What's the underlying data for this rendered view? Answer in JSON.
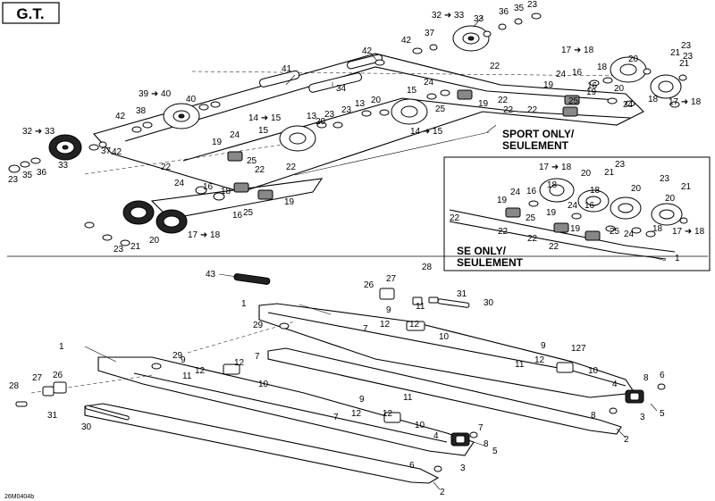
{
  "title": "G.T.",
  "diagram_code": "26M0404b",
  "notes": {
    "sport_only": [
      "SPORT ONLY/",
      "SEULEMENT"
    ],
    "se_only": [
      "SE ONLY/",
      "SEULEMENT"
    ]
  },
  "callouts": {
    "top": [
      {
        "id": "t01",
        "text": "32 ➜ 33"
      },
      {
        "id": "t02",
        "text": "33"
      },
      {
        "id": "t03",
        "text": "36"
      },
      {
        "id": "t04",
        "text": "35"
      },
      {
        "id": "t05",
        "text": "23"
      },
      {
        "id": "t06",
        "text": "42"
      },
      {
        "id": "t07",
        "text": "37"
      },
      {
        "id": "t08",
        "text": "42"
      },
      {
        "id": "t09",
        "text": "41"
      },
      {
        "id": "t10",
        "text": "34"
      },
      {
        "id": "t11",
        "text": "39 ➜ 40"
      },
      {
        "id": "t12",
        "text": "40"
      },
      {
        "id": "t13",
        "text": "38"
      },
      {
        "id": "t14",
        "text": "42"
      },
      {
        "id": "t15",
        "text": "32 ➜ 33"
      },
      {
        "id": "t16",
        "text": "33"
      },
      {
        "id": "t17",
        "text": "37"
      },
      {
        "id": "t18",
        "text": "42"
      },
      {
        "id": "t19",
        "text": "23"
      },
      {
        "id": "t20",
        "text": "35"
      },
      {
        "id": "t21",
        "text": "36"
      },
      {
        "id": "t22",
        "text": "14 ➜ 15"
      },
      {
        "id": "t23",
        "text": "20"
      },
      {
        "id": "t24",
        "text": "13"
      },
      {
        "id": "t25",
        "text": "23"
      },
      {
        "id": "t26",
        "text": "19"
      },
      {
        "id": "t27",
        "text": "24"
      },
      {
        "id": "t28",
        "text": "15"
      },
      {
        "id": "t29",
        "text": "25"
      },
      {
        "id": "t30",
        "text": "22"
      },
      {
        "id": "t31",
        "text": "22"
      },
      {
        "id": "t32",
        "text": "22"
      },
      {
        "id": "t33",
        "text": "23"
      },
      {
        "id": "t34",
        "text": "13"
      },
      {
        "id": "t35",
        "text": "20"
      },
      {
        "id": "t36",
        "text": "15"
      },
      {
        "id": "t37",
        "text": "14 ➜ 15"
      },
      {
        "id": "t38",
        "text": "24"
      },
      {
        "id": "t39",
        "text": "25"
      },
      {
        "id": "t40",
        "text": "19"
      },
      {
        "id": "t41",
        "text": "22"
      },
      {
        "id": "t42",
        "text": "22"
      },
      {
        "id": "t43",
        "text": "22"
      },
      {
        "id": "t44",
        "text": "22"
      },
      {
        "id": "t45",
        "text": "17 ➜ 18"
      },
      {
        "id": "t46",
        "text": "18"
      },
      {
        "id": "t47",
        "text": "20"
      },
      {
        "id": "t48",
        "text": "23"
      },
      {
        "id": "t49",
        "text": "21"
      },
      {
        "id": "t50",
        "text": "23"
      },
      {
        "id": "t51",
        "text": "21"
      },
      {
        "id": "t52",
        "text": "24"
      },
      {
        "id": "t53",
        "text": "16"
      },
      {
        "id": "t54",
        "text": "19"
      },
      {
        "id": "t55",
        "text": "16"
      },
      {
        "id": "t56",
        "text": "19"
      },
      {
        "id": "t57",
        "text": "20"
      },
      {
        "id": "t58",
        "text": "25"
      },
      {
        "id": "t59",
        "text": "24"
      },
      {
        "id": "t60",
        "text": "18"
      },
      {
        "id": "t61",
        "text": "17 ➜ 18"
      },
      {
        "id": "t62",
        "text": "24"
      },
      {
        "id": "t63",
        "text": "16"
      },
      {
        "id": "t64",
        "text": "18"
      },
      {
        "id": "t65",
        "text": "16"
      },
      {
        "id": "t66",
        "text": "25"
      },
      {
        "id": "t67",
        "text": "19"
      },
      {
        "id": "t68",
        "text": "23"
      },
      {
        "id": "t69",
        "text": "21"
      },
      {
        "id": "t70",
        "text": "20"
      },
      {
        "id": "t71",
        "text": "17 ➜ 18"
      }
    ],
    "inset": [
      {
        "id": "i01",
        "text": "17 ➜ 18"
      },
      {
        "id": "i02",
        "text": "23"
      },
      {
        "id": "i03",
        "text": "21"
      },
      {
        "id": "i04",
        "text": "20"
      },
      {
        "id": "i05",
        "text": "18"
      },
      {
        "id": "i06",
        "text": "24"
      },
      {
        "id": "i07",
        "text": "16"
      },
      {
        "id": "i08",
        "text": "19"
      },
      {
        "id": "i09",
        "text": "18"
      },
      {
        "id": "i10",
        "text": "20"
      },
      {
        "id": "i11",
        "text": "23"
      },
      {
        "id": "i12",
        "text": "21"
      },
      {
        "id": "i13",
        "text": "20"
      },
      {
        "id": "i14",
        "text": "22"
      },
      {
        "id": "i15",
        "text": "19"
      },
      {
        "id": "i16",
        "text": "24"
      },
      {
        "id": "i17",
        "text": "16"
      },
      {
        "id": "i18",
        "text": "25"
      },
      {
        "id": "i19",
        "text": "19"
      },
      {
        "id": "i20",
        "text": "25"
      },
      {
        "id": "i21",
        "text": "24"
      },
      {
        "id": "i22",
        "text": "18"
      },
      {
        "id": "i23",
        "text": "17 ➜ 18"
      },
      {
        "id": "i24",
        "text": "22"
      },
      {
        "id": "i25",
        "text": "22"
      },
      {
        "id": "i26",
        "text": "22"
      },
      {
        "id": "i27",
        "text": "1"
      }
    ],
    "bottom": [
      {
        "id": "b01",
        "text": "43"
      },
      {
        "id": "b02",
        "text": "27"
      },
      {
        "id": "b03",
        "text": "28"
      },
      {
        "id": "b04",
        "text": "26"
      },
      {
        "id": "b05",
        "text": "31"
      },
      {
        "id": "b06",
        "text": "30"
      },
      {
        "id": "b07",
        "text": "1"
      },
      {
        "id": "b08",
        "text": "9"
      },
      {
        "id": "b09",
        "text": "12"
      },
      {
        "id": "b10",
        "text": "11"
      },
      {
        "id": "b11",
        "text": "29"
      },
      {
        "id": "b12",
        "text": "12"
      },
      {
        "id": "b13",
        "text": "7"
      },
      {
        "id": "b14",
        "text": "10"
      },
      {
        "id": "b15",
        "text": "1"
      },
      {
        "id": "b16",
        "text": "29"
      },
      {
        "id": "b17",
        "text": "9"
      },
      {
        "id": "b18",
        "text": "12"
      },
      {
        "id": "b19",
        "text": "7"
      },
      {
        "id": "b20",
        "text": "11"
      },
      {
        "id": "b21",
        "text": "12"
      },
      {
        "id": "b22",
        "text": "10"
      },
      {
        "id": "b23",
        "text": "9"
      },
      {
        "id": "b24",
        "text": "12"
      },
      {
        "id": "b25",
        "text": "7"
      },
      {
        "id": "b26",
        "text": "11"
      },
      {
        "id": "b27",
        "text": "12"
      },
      {
        "id": "b28",
        "text": "10"
      },
      {
        "id": "b29",
        "text": "4"
      },
      {
        "id": "b30",
        "text": "8"
      },
      {
        "id": "b31",
        "text": "6"
      },
      {
        "id": "b32",
        "text": "5"
      },
      {
        "id": "b33",
        "text": "8"
      },
      {
        "id": "b34",
        "text": "3"
      },
      {
        "id": "b35",
        "text": "2"
      },
      {
        "id": "b36",
        "text": "28"
      },
      {
        "id": "b37",
        "text": "27"
      },
      {
        "id": "b38",
        "text": "26"
      },
      {
        "id": "b39",
        "text": "31"
      },
      {
        "id": "b40",
        "text": "30"
      },
      {
        "id": "b41",
        "text": "9"
      },
      {
        "id": "b42",
        "text": "11"
      },
      {
        "id": "b43",
        "text": "12"
      },
      {
        "id": "b44",
        "text": "7"
      },
      {
        "id": "b45",
        "text": "12"
      },
      {
        "id": "b46",
        "text": "10"
      },
      {
        "id": "b47",
        "text": "4"
      },
      {
        "id": "b48",
        "text": "7"
      },
      {
        "id": "b49",
        "text": "8"
      },
      {
        "id": "b50",
        "text": "6"
      },
      {
        "id": "b51",
        "text": "5"
      },
      {
        "id": "b52",
        "text": "3"
      },
      {
        "id": "b53",
        "text": "2"
      }
    ]
  }
}
